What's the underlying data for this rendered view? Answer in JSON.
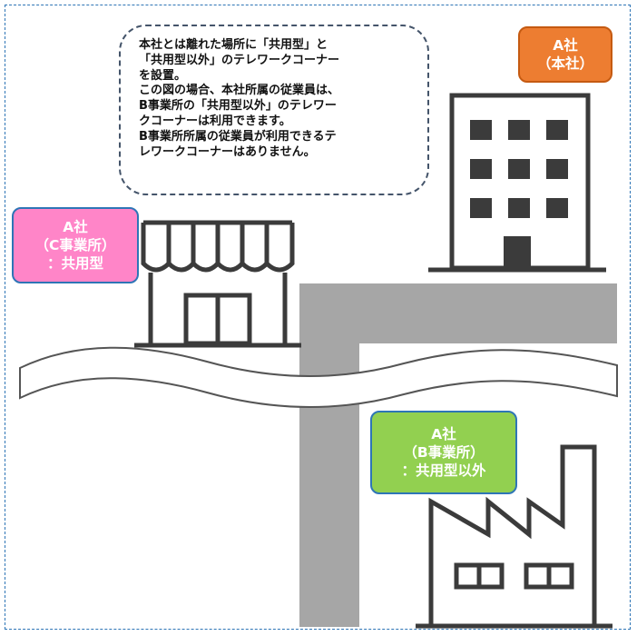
{
  "callout": {
    "lines": [
      "本社とは離れた場所に「共用型」と",
      "「共用型以外」のテレワークコーナー",
      "を設置。",
      "この図の場合、本社所属の従業員は、",
      "B事業所の「共用型以外」のテレワー",
      "クコーナーは利用できます。",
      "B事業所所属の従業員が利用できるテ",
      "レワークコーナーはありません。"
    ]
  },
  "labels": {
    "headquarters": {
      "line1": "A社",
      "line2": "（本社）",
      "color": "#ed7d31",
      "border": "#c55a11"
    },
    "office_c": {
      "line1": "A社",
      "line2": "（C事業所）",
      "line3": "：共用型",
      "color": "#ff85c8",
      "border": "#2e75b6"
    },
    "office_b": {
      "line1": "A社",
      "line2": "（B事業所）",
      "line3": "：共用型以外",
      "color": "#92d050",
      "border": "#2e75b6"
    }
  },
  "colors": {
    "building_outline": "#3b3b3b",
    "road": "#a6a6a6",
    "frame": "#2e75b6"
  },
  "icons": [
    "office-building-icon",
    "shop-icon",
    "factory-icon"
  ]
}
